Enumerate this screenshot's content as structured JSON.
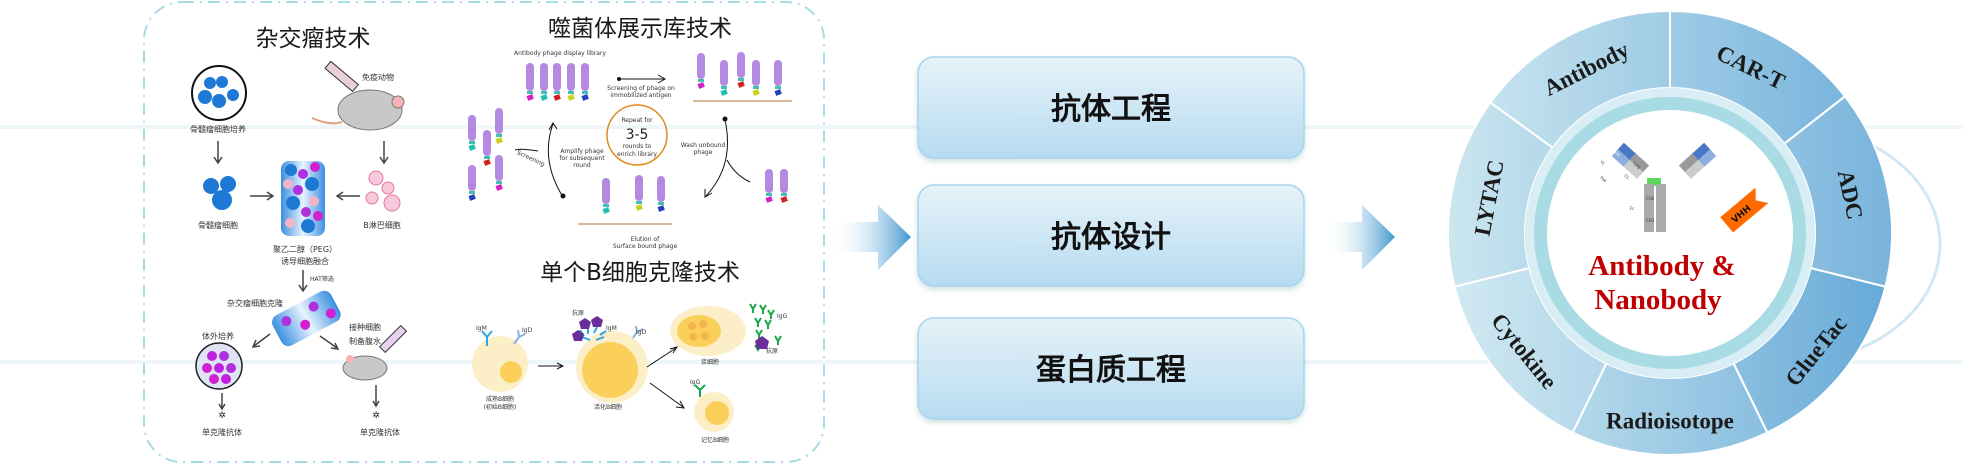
{
  "colors": {
    "accent_blue": "#4a9fd0",
    "center_red": "#c00000",
    "dash": "#a8dbe3",
    "vhh_orange": "#ff6a00"
  },
  "hybridoma": {
    "title": "杂交瘤技术",
    "myeloma_culture": "骨髓瘤细胞培养",
    "immunized_animal": "免疫动物",
    "myeloma_cells": "骨髓瘤细胞",
    "b_lymphocytes": "B淋巴细胞",
    "peg_line1": "聚乙二醇（PEG）",
    "peg_line2": "诱导细胞融合",
    "hat": "HAT筛选",
    "clone": "杂交瘤细胞克隆",
    "in_vitro": "体外培养",
    "inject_line1": "接种细胞",
    "inject_line2": "制备腹水",
    "mab_left": "单克隆抗体",
    "mab_right": "单克隆抗体"
  },
  "phage": {
    "title": "噬菌体展示库技术",
    "library": "Antibody phage display library",
    "screening_line1": "Screening of phage on",
    "screening_line2": "immobilized antigen",
    "repeat_line1": "Repeat for",
    "repeat_num": "3-5",
    "repeat_line2": "rounds to",
    "repeat_line3": "enrich library",
    "wash_line1": "Wash unbound",
    "wash_line2": "phage",
    "amplify_line1": "Amplify phage",
    "amplify_line2": "for subsequent",
    "amplify_line3": "round",
    "screening": "Screening",
    "elution_line1": "Elution of",
    "elution_line2": "Surface bound phage"
  },
  "bcell": {
    "title": "单个B细胞克隆技术",
    "igm1": "IgM",
    "igd1": "IgD",
    "antigen1": "抗原",
    "igm2": "IgM",
    "igd2": "IgD",
    "mature_line1": "成熟B细胞",
    "mature_line2": "(初始B细胞)",
    "activated": "活化B细胞",
    "plasma": "浆细胞",
    "igg1": "IgG",
    "antigen2": "抗原",
    "igg2": "IgG",
    "memory": "记忆B细胞"
  },
  "boxes": [
    {
      "label": "抗体工程"
    },
    {
      "label": "抗体设计"
    },
    {
      "label": "蛋白质工程"
    }
  ],
  "wheel": {
    "segments": [
      {
        "label": "CAR-T"
      },
      {
        "label": "ADC"
      },
      {
        "label": "GlueTac"
      },
      {
        "label": "Radioisotope"
      },
      {
        "label": "Cytokine"
      },
      {
        "label": "LYTAC"
      },
      {
        "label": "Antibody"
      }
    ],
    "center_line1": "Antibody &",
    "center_line2": "Nanobody",
    "antibody_labels": {
      "vh": "VH",
      "vl": "VL",
      "ch1": "CH1",
      "cl": "CL",
      "fab": "Fab",
      "fc": "Fc",
      "ch2": "CH2",
      "ch3": "CH3"
    },
    "vhh": "VHH"
  }
}
